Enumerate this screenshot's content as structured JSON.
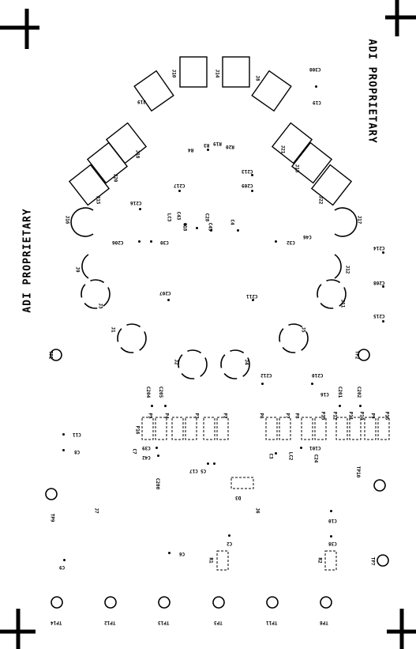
{
  "watermarks": {
    "top": "ADI PROPRIETARY",
    "left": "ADI PROPRIETARY"
  },
  "connectors": [
    {
      "id": "j10",
      "label": "J10"
    },
    {
      "id": "j14",
      "label": "J14"
    },
    {
      "id": "j8",
      "label": "J8"
    },
    {
      "id": "j19",
      "label": "J19"
    },
    {
      "id": "j18",
      "label": "J18"
    },
    {
      "id": "j20",
      "label": "J20"
    },
    {
      "id": "j15",
      "label": "J15"
    },
    {
      "id": "j21",
      "label": "J21"
    },
    {
      "id": "j13",
      "label": "J13"
    },
    {
      "id": "j22",
      "label": "J22"
    }
  ],
  "smb": [
    "J16",
    "J9",
    "J3",
    "J1",
    "J2",
    "J17",
    "J12",
    "J11",
    "J5",
    "J4"
  ],
  "components": {
    "C300": "C300",
    "C19": "C19",
    "R20": "R20",
    "R19": "R19",
    "R3": "R3",
    "R4": "R4",
    "C213": "C213",
    "C209": "C209",
    "C217": "C217",
    "C216": "C216",
    "LC3": "LC3",
    "C43": "C43",
    "C28": "C28",
    "C45": "C45",
    "C18": "C18",
    "C4": "C4",
    "C46": "C46",
    "C206": "C206",
    "C30": "C30",
    "C32": "C32",
    "C214": "C214",
    "C208": "C208",
    "C207": "C207",
    "C211": "C211",
    "C215": "C215",
    "C212": "C212",
    "C210": "C210",
    "C204": "C204",
    "C205": "C205",
    "C16": "C16",
    "C201": "C201",
    "C202": "C202",
    "C11": "C11",
    "C8": "C8",
    "C39": "C39",
    "C42": "C42",
    "C7": "C7",
    "C17": "C17",
    "C5": "C5",
    "C3": "C3",
    "LC2": "LC2",
    "C101": "C101",
    "C24": "C24",
    "C200": "C200",
    "D3": "D3",
    "J7": "J7",
    "J6": "J6",
    "C10": "C10",
    "C2": "C2",
    "C6": "C6",
    "C9": "C9",
    "R1": "R1",
    "R2": "R2",
    "C38": "C38"
  },
  "footprints": [
    "P16",
    "P5",
    "P4",
    "P3",
    "P2",
    "P6",
    "P7",
    "P8",
    "P13",
    "P12",
    "P11",
    "P10",
    "P9",
    "P15"
  ],
  "testpoints": {
    "TP1": "TP1",
    "TP2": "TP2",
    "TP10": "TP10",
    "TP9": "TP9",
    "TP7": "TP7",
    "TP14": "TP14",
    "TP12": "TP12",
    "TP13": "TP13",
    "TP3": "TP3",
    "TP11": "TP11",
    "TP8": "TP8"
  }
}
